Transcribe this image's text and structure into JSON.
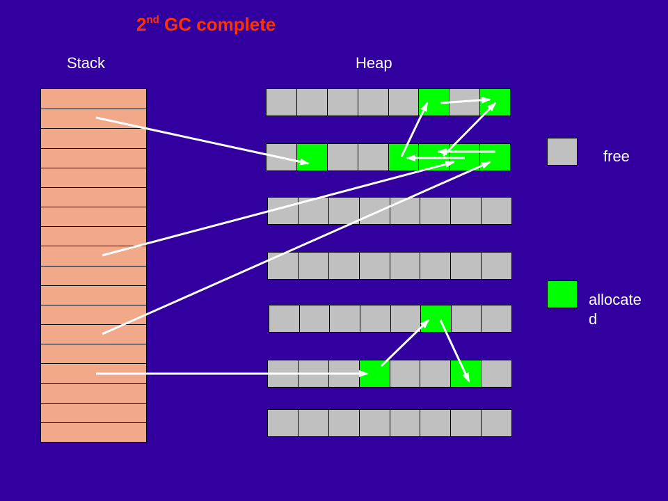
{
  "title": {
    "prefix": "2",
    "superscript": "nd",
    "text": " GC complete"
  },
  "labels": {
    "stack": "Stack",
    "heap": "Heap"
  },
  "legend": {
    "free_label": "free",
    "allocated_label_line1": "allocate",
    "allocated_label_line2": "d"
  },
  "colors": {
    "background": "#3300a0",
    "title": "#ff3300",
    "stack_cell": "#f2a98a",
    "free": "#c0c0c0",
    "allocated": "#00ff00",
    "arrow": "#ffffff"
  },
  "stack": {
    "slot_count": 18
  },
  "heap": {
    "rows": [
      {
        "cells": [
          "free",
          "free",
          "free",
          "free",
          "free",
          "allocated",
          "free",
          "allocated"
        ]
      },
      {
        "cells": [
          "free",
          "allocated",
          "free",
          "free",
          "allocated",
          "allocated",
          "allocated",
          "allocated"
        ]
      },
      {
        "cells": [
          "free",
          "free",
          "free",
          "free",
          "free",
          "free",
          "free",
          "free"
        ]
      },
      {
        "cells": [
          "free",
          "free",
          "free",
          "free",
          "free",
          "free",
          "free",
          "free"
        ]
      },
      {
        "cells": [
          "free",
          "free",
          "free",
          "free",
          "free",
          "allocated",
          "free",
          "free"
        ]
      },
      {
        "cells": [
          "free",
          "free",
          "free",
          "allocated",
          "free",
          "free",
          "allocated",
          "free"
        ]
      },
      {
        "cells": [
          "free",
          "free",
          "free",
          "free",
          "free",
          "free",
          "free",
          "free"
        ]
      }
    ]
  }
}
